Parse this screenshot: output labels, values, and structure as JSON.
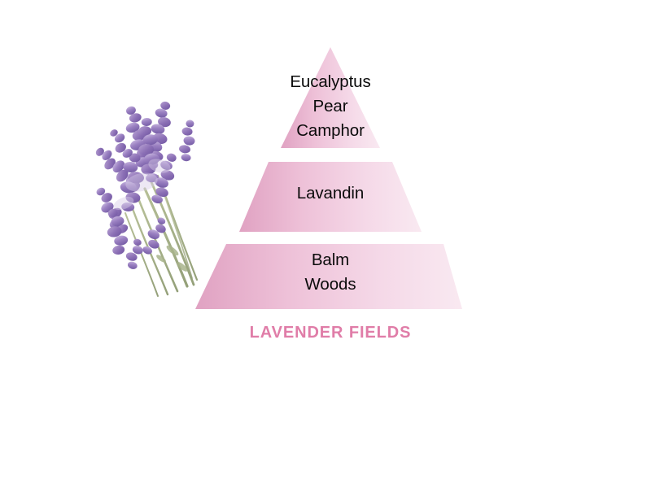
{
  "background_color": "#ffffff",
  "artwork": {
    "illustration_name": "lavender-bouquet",
    "flower_color": "#8b6fb5",
    "flower_highlight_color": "#b9a3d4",
    "flower_shadow_color": "#6f55a0",
    "stem_color": "#a9b48c"
  },
  "pyramid": {
    "name": "fragrance-pyramid",
    "gradient_left_color": "#e3a6c4",
    "gradient_right_color": "#f7e4ee",
    "text_color": "#0b0b0b",
    "tiers": [
      {
        "position": "top",
        "id": "top-notes",
        "notes": [
          "Eucalyptus",
          "Pear",
          "Camphor"
        ],
        "label": "Eucalyptus\nPear\nCamphor"
      },
      {
        "position": "middle",
        "id": "heart-notes",
        "notes": [
          "Lavandin"
        ],
        "label": "Lavandin"
      },
      {
        "position": "bottom",
        "id": "base-notes",
        "notes": [
          "Balm",
          "Woods"
        ],
        "label": "Balm\nWoods"
      }
    ]
  },
  "caption": {
    "text": "LAVENDER FIELDS",
    "color": "#e07da8"
  }
}
